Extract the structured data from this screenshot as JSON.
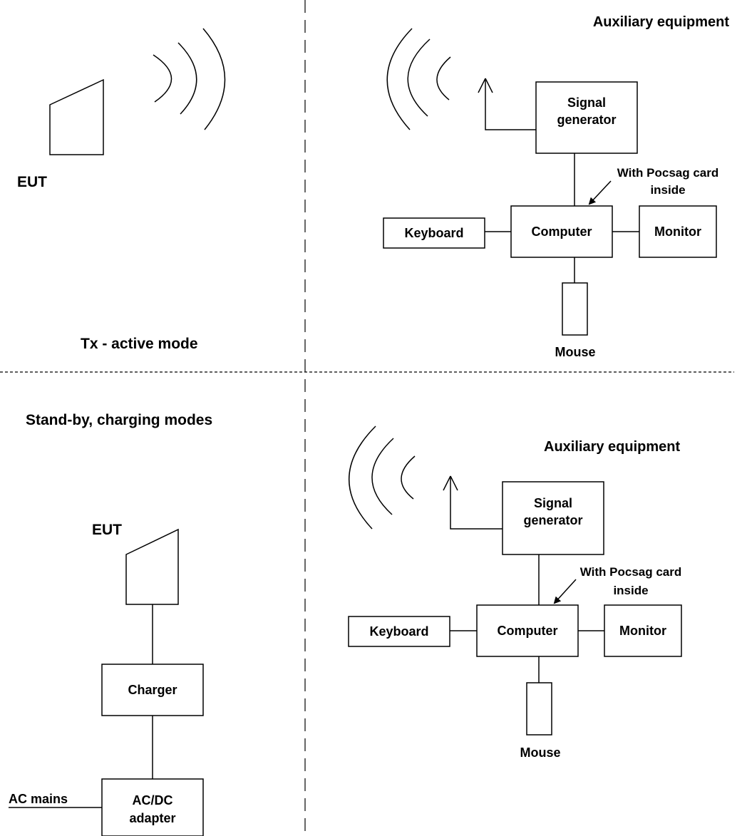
{
  "colors": {
    "ink": "#000000",
    "background": "#ffffff"
  },
  "top": {
    "eut_label": "EUT",
    "mode_label": "Tx - active mode",
    "aux_title": "Auxiliary equipment",
    "signal_generator": [
      "Signal",
      "generator"
    ],
    "pocsag_note": [
      "With Pocsag card",
      "inside"
    ],
    "computer": "Computer",
    "keyboard": "Keyboard",
    "monitor": "Monitor",
    "mouse": "Mouse"
  },
  "bottom": {
    "mode_label": "Stand-by, charging modes",
    "eut_label": "EUT",
    "charger": "Charger",
    "adapter": [
      "AC/DC",
      "adapter"
    ],
    "ac_mains": "AC mains",
    "aux_title": "Auxiliary equipment",
    "signal_generator": [
      "Signal",
      "generator"
    ],
    "pocsag_note": [
      "With Pocsag card",
      "inside"
    ],
    "computer": "Computer",
    "keyboard": "Keyboard",
    "monitor": "Monitor",
    "mouse": "Mouse"
  }
}
